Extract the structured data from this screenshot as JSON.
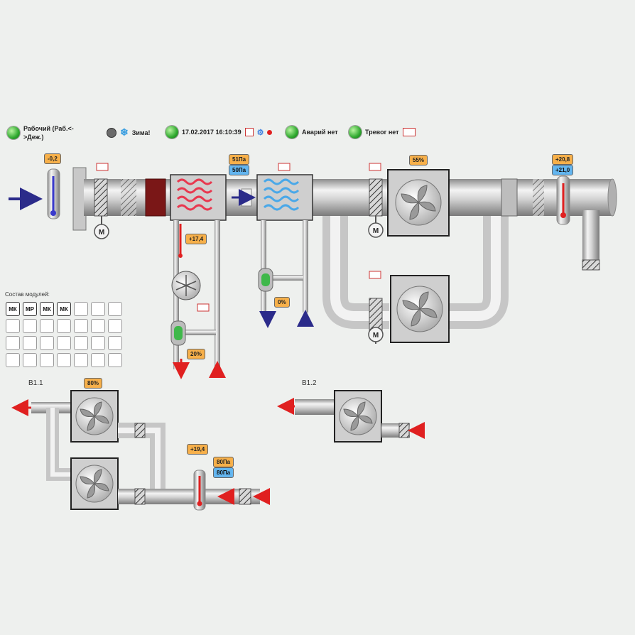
{
  "status": {
    "mode": "Рабочий (Раб.<->Деж.)",
    "season": "Зима!",
    "datetime": "17.02.2017 16:10:39",
    "alarms": "Аварий нет",
    "warnings": "Тревог нет"
  },
  "supply": {
    "outdoor_temp": "-0,2",
    "heater_pressure": "51Па",
    "heater_pressure_set": "50Па",
    "fan_speed": "55%",
    "supply_temp": "+20,8",
    "supply_temp_set": "+21,0",
    "water_temp": "+17,4",
    "heater_valve": "20%",
    "cooler_valve": "0%"
  },
  "modules": {
    "title": "Состав модулей:",
    "cells": [
      "МК",
      "МР",
      "МК",
      "МК",
      "",
      "",
      "",
      "",
      "",
      "",
      "",
      "",
      "",
      "",
      "",
      "",
      "",
      "",
      "",
      "",
      "",
      "",
      "",
      "",
      "",
      "",
      "",
      ""
    ]
  },
  "extract_1": {
    "title": "В1.1",
    "fan_speed": "80%",
    "temp": "+19,4",
    "pressure": "80Па",
    "pressure_set": "80Па"
  },
  "extract_2": {
    "title": "В1.2"
  },
  "colors": {
    "heater": "#e8384f",
    "cooler": "#4aa8e8",
    "arrow_in": "#2b2b8a",
    "arrow_out": "#e02020",
    "led": "#2ea82e",
    "tag_orange": "#f7b04a",
    "tag_blue": "#63b6f0"
  }
}
